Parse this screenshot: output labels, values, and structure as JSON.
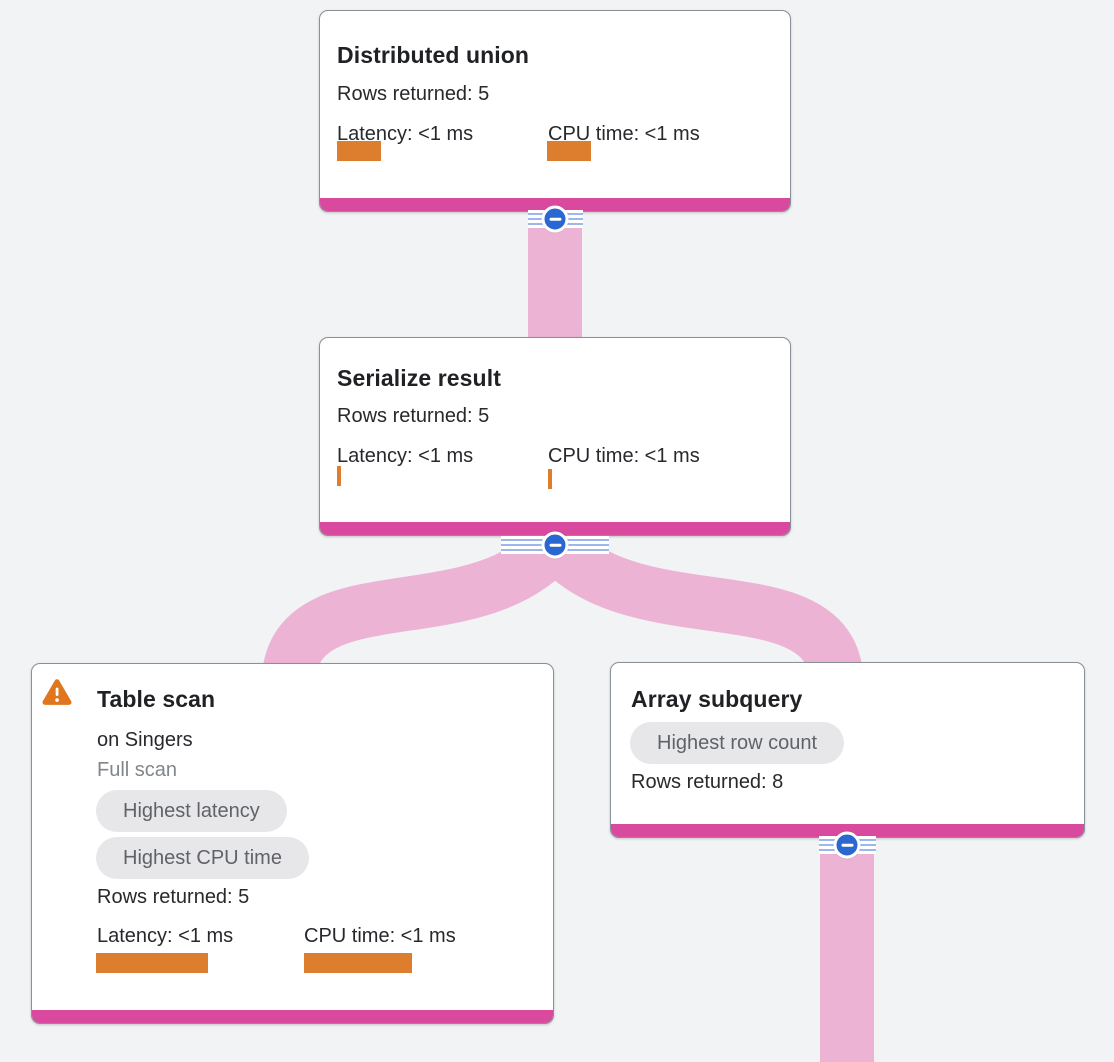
{
  "diagram": {
    "background": "#f1f3f4",
    "colors": {
      "node_border": "#8a9097",
      "accent_bar": "#d9499e",
      "edge_pink": "#edb3d4",
      "metric_bar": "#dc7e2e",
      "badge_bg": "#e7e7e9",
      "collapse_blue": "#2b67d1",
      "warning_orange": "#e0771e"
    },
    "nodes": [
      {
        "title": "Distributed union",
        "rows_returned": "Rows returned: 5",
        "latency_label": "Latency: <1 ms",
        "latency_bar_width": 44,
        "cpu_label": "CPU time: <1 ms",
        "cpu_bar_width": 44
      },
      {
        "title": "Serialize result",
        "rows_returned": "Rows returned: 5",
        "latency_label": "Latency: <1 ms",
        "latency_bar_width": 4,
        "cpu_label": "CPU time: <1 ms",
        "cpu_bar_width": 4
      },
      {
        "title": "Table scan",
        "subtitle": "on Singers",
        "scan_type": "Full scan",
        "badges": [
          "Highest latency",
          "Highest CPU time"
        ],
        "rows_returned": "Rows returned: 5",
        "latency_label": "Latency: <1 ms",
        "latency_bar_width": 112,
        "cpu_label": "CPU time: <1 ms",
        "cpu_bar_width": 108
      },
      {
        "title": "Array subquery",
        "badges": [
          "Highest row count"
        ],
        "rows_returned": "Rows returned: 8"
      }
    ]
  }
}
